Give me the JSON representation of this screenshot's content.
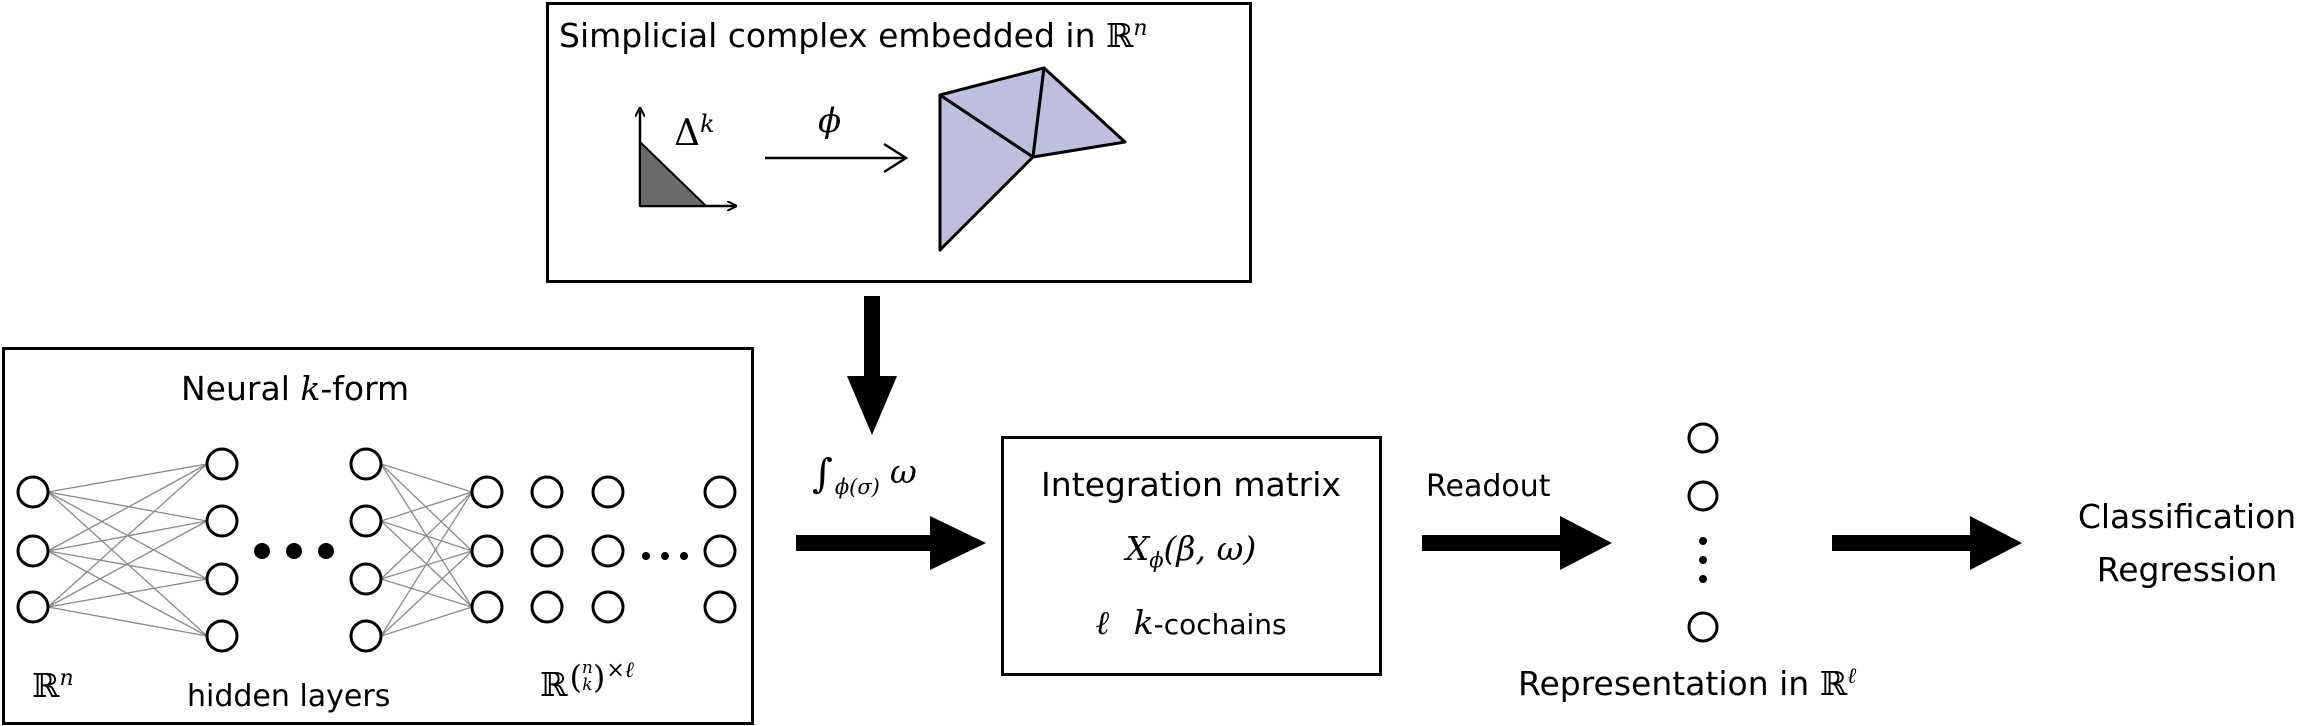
{
  "top_box": {
    "title_text": "Simplicial complex embedded in ",
    "title_space": "ℝ",
    "title_space_exp": "n",
    "simplex_symbol": "Δ",
    "simplex_exp": "k",
    "map_symbol": "ϕ"
  },
  "neural_box": {
    "title_prefix": "Neural ",
    "title_var": "k",
    "title_suffix": "-form",
    "input_space": "ℝ",
    "input_exp": "n",
    "hidden_label": "hidden layers",
    "output_space": "ℝ",
    "output_binom_top": "n",
    "output_binom_bottom": "k",
    "output_exp_suffix": "×ℓ"
  },
  "integral": {
    "symbol": "∫",
    "subscript": "ϕ(σ)",
    "integrand": "ω"
  },
  "integration_box": {
    "title": "Integration matrix",
    "matrix_symbol": "X",
    "matrix_sub": "ϕ",
    "matrix_args": "(β, ω)",
    "count_var": "ℓ",
    "cochain_var": "k",
    "cochain_suffix": "-cochains"
  },
  "readout_label": "Readout",
  "representation": {
    "label_text": "Representation in ",
    "space": "ℝ",
    "space_exp": "ℓ"
  },
  "outputs": {
    "line1": "Classification",
    "line2": "Regression"
  },
  "colors": {
    "complex_fill": "#bebedf",
    "simplex_fill": "#6b6b6b",
    "edge_gray": "#8a8a8a",
    "stroke": "#000000"
  }
}
